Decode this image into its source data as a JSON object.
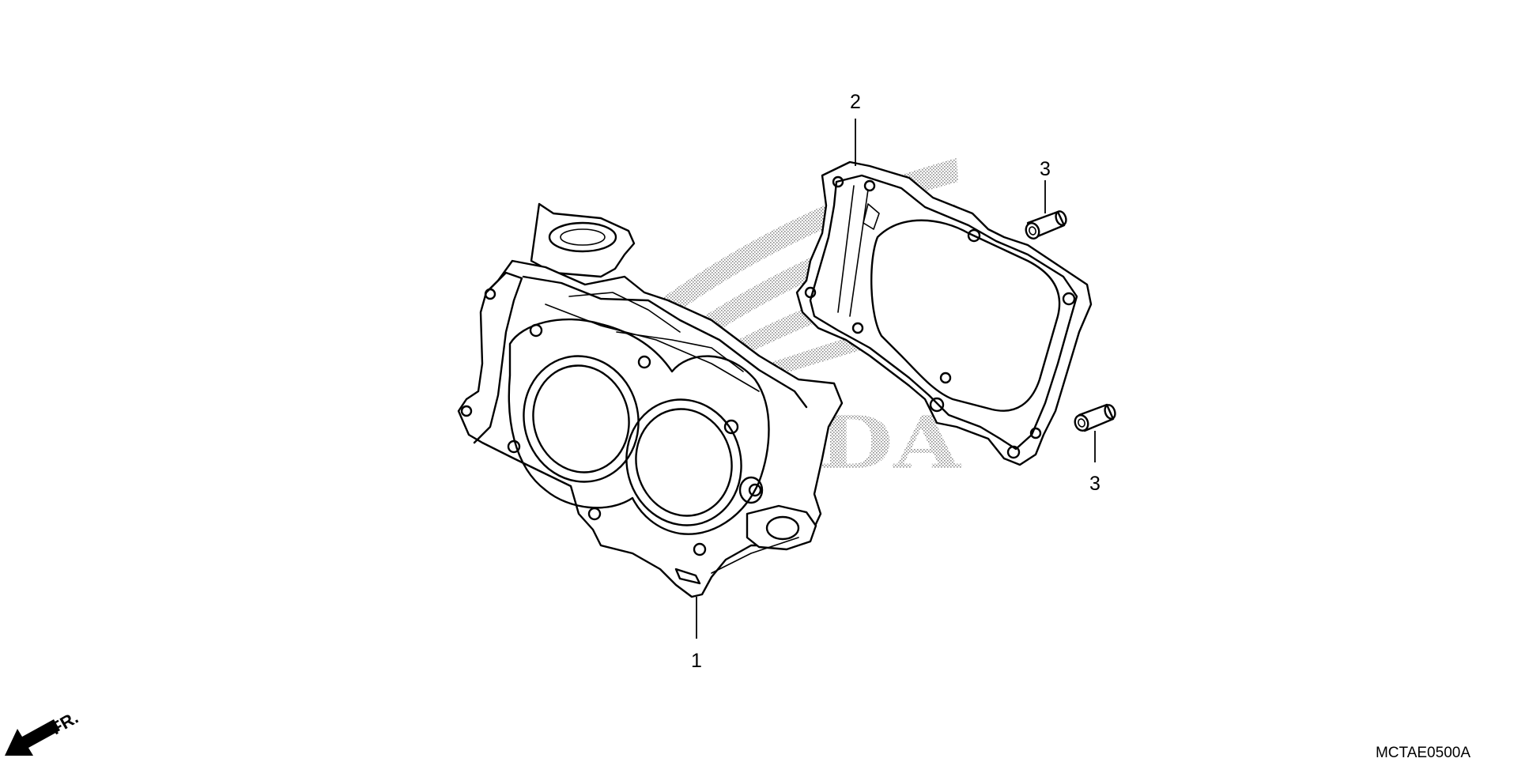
{
  "diagram_code": "MCTAE0500A",
  "front_indicator": "FR.",
  "watermark": {
    "text": "HONDA",
    "icon": "honda-wing-logo-watermark",
    "color": "#b8b8b8"
  },
  "callouts": {
    "part_1": "1",
    "part_2": "2",
    "part_3a": "3",
    "part_3b": "3"
  },
  "colors": {
    "ink": "#000000",
    "background": "#ffffff"
  }
}
